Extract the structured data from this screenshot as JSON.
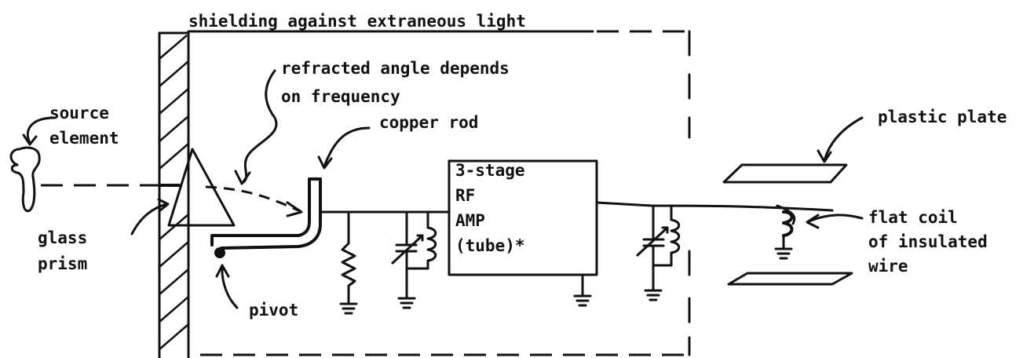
{
  "labels": {
    "shielding": "shielding against extraneous light",
    "refracted_line1": "refracted angle depends",
    "refracted_line2": "on frequency",
    "source_line1": "source",
    "source_line2": "element",
    "copper_rod": "copper rod",
    "glass_line1": "glass",
    "glass_line2": "prism",
    "pivot": "pivot",
    "amp_line1": "3-stage",
    "amp_line2": "RF",
    "amp_line3": "AMP",
    "amp_line4": "(tube)*",
    "plastic_plate": "plastic plate",
    "coil_line1": "flat coil",
    "coil_line2": "of insulated",
    "coil_line3": "wire"
  },
  "colors": {
    "ink": "#111111",
    "background": "#ffffff"
  }
}
